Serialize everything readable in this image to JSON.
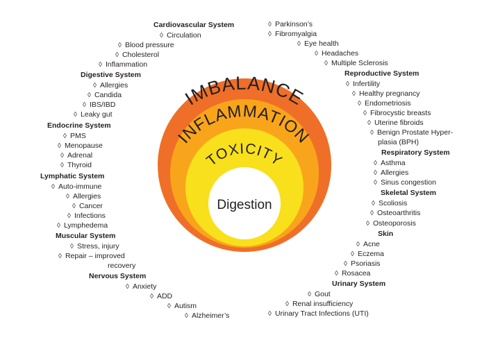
{
  "rings": {
    "outer": {
      "label": "IMBALANCE",
      "color": "#ef6f28"
    },
    "middle": {
      "label": "INFLAMMATION",
      "color": "#f9a51b"
    },
    "inner": {
      "label": "TOXICITY",
      "color": "#f8e01d"
    },
    "core": {
      "label": "Digestion",
      "color": "#ffffff"
    }
  },
  "left": {
    "cardio": {
      "title": "Cardiovascular System",
      "items": [
        "Circulation",
        "Blood pressure",
        "Cholesterol",
        "Inflammation"
      ]
    },
    "digestive": {
      "title": "Digestive System",
      "items": [
        "Allergies",
        "Candida",
        "IBS/IBD",
        "Leaky gut"
      ]
    },
    "endocrine": {
      "title": "Endocrine System",
      "items": [
        "PMS",
        "Menopause",
        "Adrenal",
        "Thyroid"
      ]
    },
    "lymphatic": {
      "title": "Lymphatic System",
      "items": [
        "Auto-immune",
        "Allergies",
        "Cancer",
        "Infections",
        "Lymphedema"
      ]
    },
    "muscular": {
      "title": "Muscular System",
      "items": [
        "Stress, injury",
        "Repair – improved",
        "recovery"
      ]
    },
    "nervous": {
      "title": "Nervous System",
      "items": [
        "Anxiety",
        "ADD",
        "Autism",
        "Alzheimer’s"
      ]
    }
  },
  "right": {
    "neuro_items": [
      "Parkinson’s",
      "Fibromyalgia",
      "Eye health",
      "Headaches",
      "Multiple Sclerosis"
    ],
    "reproductive": {
      "title": "Reproductive System",
      "items": [
        "Infertility",
        "Healthy pregnancy",
        "Endometriosis",
        "Fibrocystic breasts",
        "Uterine fibroids",
        "Benign Prostate Hyper-",
        "plasia (BPH)"
      ]
    },
    "respiratory": {
      "title": "Respiratory System",
      "items": [
        "Asthma",
        "Allergies",
        "Sinus congestion"
      ]
    },
    "skeletal": {
      "title": "Skeletal System",
      "items": [
        "Scoliosis",
        "Osteoarthritis",
        "Osteoporosis"
      ]
    },
    "skin": {
      "title": "Skin",
      "items": [
        "Acne",
        "Eczema",
        "Psoriasis",
        "Rosacea"
      ]
    },
    "urinary": {
      "title": "Urinary System",
      "items": [
        "Gout",
        "Renal insufficiency",
        "Urinary Tract Infections (UTI)"
      ]
    }
  }
}
